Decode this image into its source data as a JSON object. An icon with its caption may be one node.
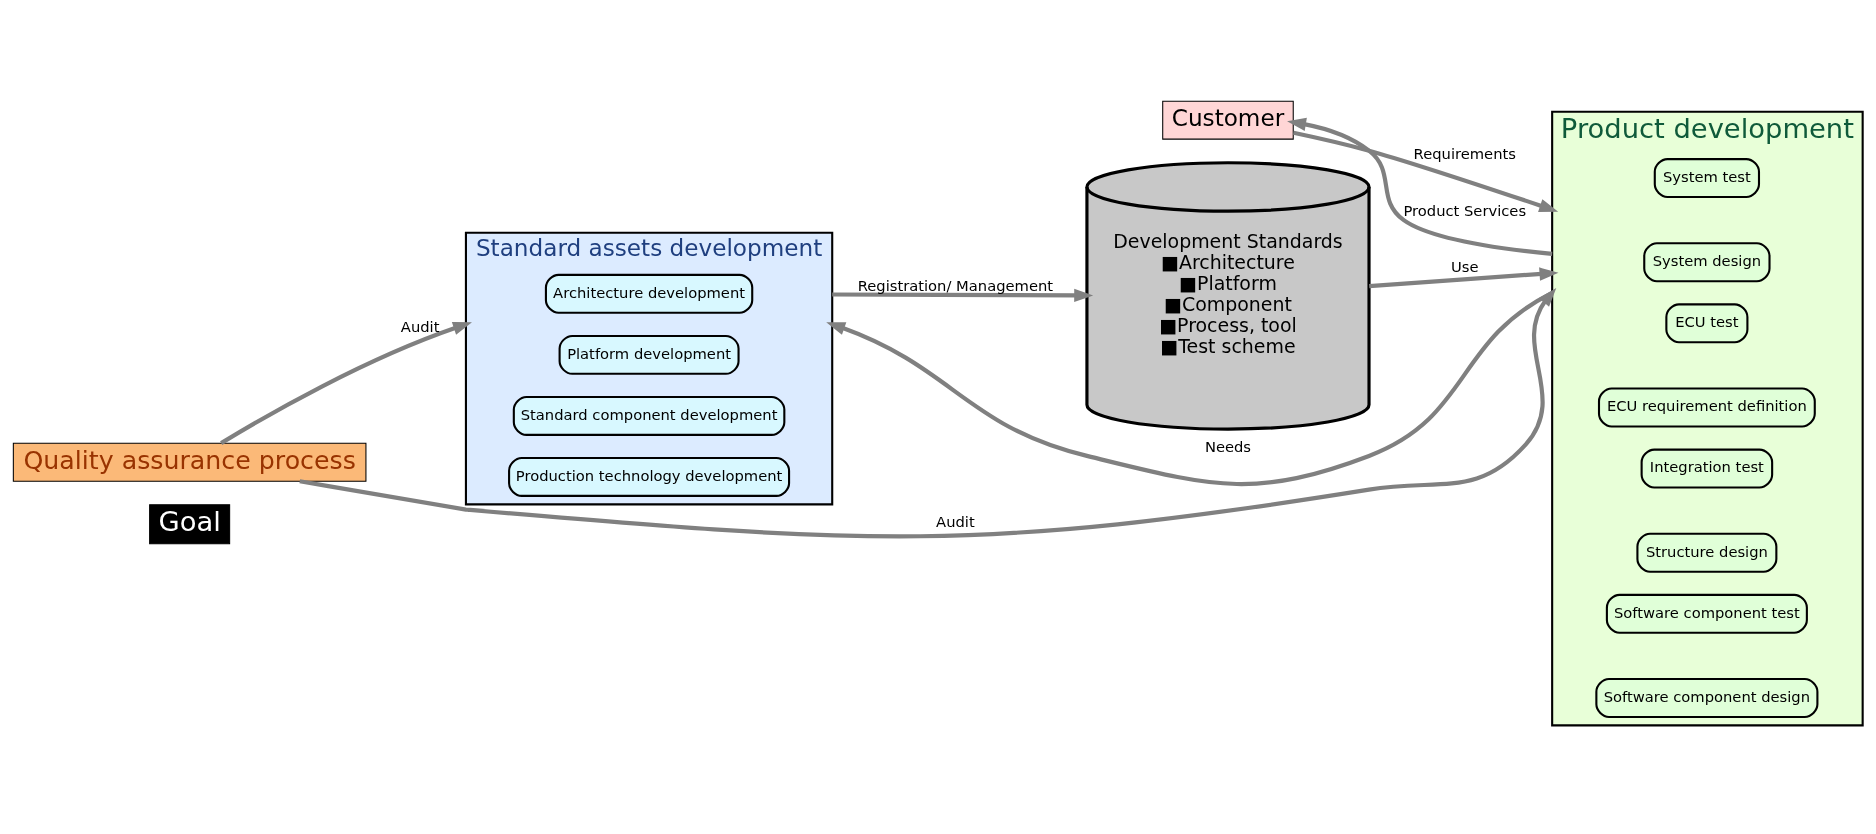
{
  "diagram": {
    "nodes": [
      {
        "text": [
          "Goal"
        ]
      },
      {
        "text": [
          "Customer"
        ]
      },
      {
        "text": [
          "Standard assets development"
        ]
      },
      {
        "text": [
          "Architecture development"
        ],
        "in": 2
      },
      {
        "text": [
          "Platform development"
        ],
        "in": 2
      },
      {
        "text": [
          "Standard component development"
        ],
        "in": 2
      },
      {
        "text": [
          "Production technology development"
        ],
        "in": 2
      },
      {
        "text": [
          "Development Standards",
          "■Architecture",
          "■Platform",
          "■Component",
          "■Process, tool",
          "■Test scheme"
        ]
      },
      {
        "text": [
          "Product development"
        ]
      },
      {
        "text": [
          "System design"
        ],
        "in": 8
      },
      {
        "text": [
          "System test"
        ],
        "in": 8
      },
      {
        "text": [
          "ECU requirement definition"
        ],
        "in": 8
      },
      {
        "text": [
          "ECU test"
        ],
        "in": 8
      },
      {
        "text": [
          "Structure design"
        ],
        "in": 8
      },
      {
        "text": [
          "Integration test"
        ],
        "in": 8
      },
      {
        "text": [
          "Software component design"
        ],
        "in": 8
      },
      {
        "text": [
          "Software component test"
        ],
        "in": 8
      },
      {
        "text": [
          "Quality assurance process"
        ]
      }
    ],
    "edges": [
      {
        "from": 1,
        "to": 8,
        "arrow": "to",
        "label": "Requirements"
      },
      {
        "from": 8,
        "to": 1,
        "arrow": "to",
        "label": "Product Services"
      },
      {
        "from": 8,
        "to": 2,
        "arrow": "to",
        "label": "Needs"
      },
      {
        "from": 2,
        "to": 7,
        "arrow": "to",
        "label": "Registration/ Management"
      },
      {
        "from": 7,
        "to": 8,
        "arrow": "to",
        "label": "Use"
      },
      {
        "from": 17,
        "to": 2,
        "arrow": "to",
        "label": "Audit"
      },
      {
        "from": 17,
        "to": 8,
        "arrow": "to",
        "label": "Audit"
      }
    ]
  }
}
